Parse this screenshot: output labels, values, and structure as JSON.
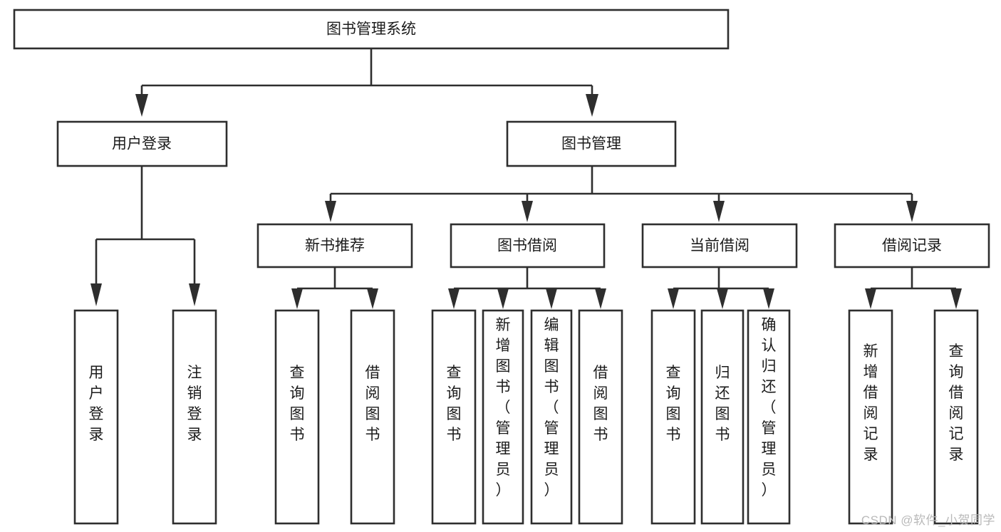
{
  "diagram": {
    "type": "hierarchy-tree",
    "title": "图书管理系统",
    "orientation": "top-down",
    "levels": 4,
    "colors": {
      "box_stroke": "#2e2e2e",
      "box_fill": "#ffffff",
      "connector": "#2e2e2e",
      "text": "#1b1b1b",
      "watermark": "#b9b9b9"
    },
    "root": {
      "label": "图书管理系统"
    },
    "level2": [
      {
        "label": "用户登录"
      },
      {
        "label": "图书管理"
      }
    ],
    "level3": [
      {
        "label": "新书推荐"
      },
      {
        "label": "图书借阅"
      },
      {
        "label": "当前借阅"
      },
      {
        "label": "借阅记录"
      }
    ],
    "leaves_user_login": [
      {
        "label": "用户登录"
      },
      {
        "label": "注销登录"
      }
    ],
    "leaves_new_book": [
      {
        "label": "查询图书"
      },
      {
        "label": "借阅图书"
      }
    ],
    "leaves_book_borrow": [
      {
        "label": "查询图书"
      },
      {
        "label": "新增图书（管理员）"
      },
      {
        "label": "编辑图书（管理员）"
      },
      {
        "label": "借阅图书"
      }
    ],
    "leaves_current_borrow": [
      {
        "label": "查询图书"
      },
      {
        "label": "归还图书"
      },
      {
        "label": "确认归还（管理员）"
      }
    ],
    "leaves_borrow_record": [
      {
        "label": "新增借阅记录"
      },
      {
        "label": "查询借阅记录"
      }
    ]
  },
  "watermark": {
    "text": "CSDN @软件_小贺同学"
  }
}
